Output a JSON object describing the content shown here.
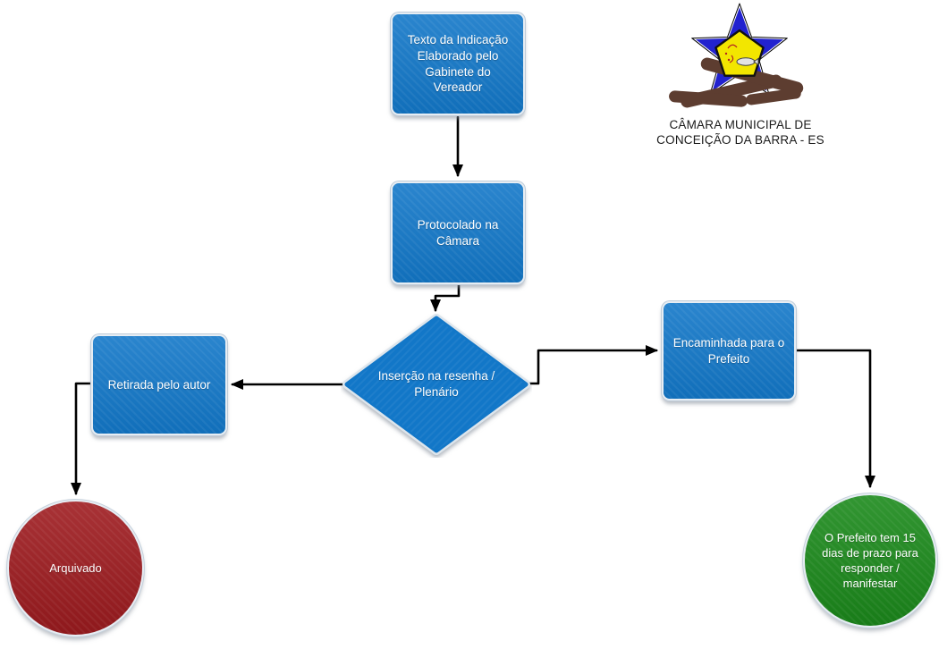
{
  "app": {
    "type": "flowchart-document",
    "background": "#ffffff"
  },
  "logo": {
    "line1": "CÂMARA MUNICIPAL DE",
    "line2": "CONCEIÇÃO DA BARRA - ES",
    "colors": {
      "star": "#2222cf",
      "pentagon": "#f2e600",
      "logs": "#5d3d30"
    }
  },
  "flowchart": {
    "colors": {
      "process": "#1277c8",
      "archive": "#9e1b1f",
      "success": "#1b8a1b",
      "connector": "#000000",
      "node-text": "#ffffff"
    },
    "nodes": [
      {
        "id": "texto-indicacao",
        "shape": "rounded-rect",
        "label": "Texto da Indicação Elaborado pelo Gabinete do Vereador"
      },
      {
        "id": "protocolado",
        "shape": "rounded-rect",
        "label": "Protocolado na Câmara"
      },
      {
        "id": "insercao-resenha",
        "shape": "diamond",
        "label": "Inserção na resenha / Plenário"
      },
      {
        "id": "retirada-autor",
        "shape": "rounded-rect",
        "label": "Retirada pelo autor"
      },
      {
        "id": "arquivado",
        "shape": "circle",
        "label": "Arquivado"
      },
      {
        "id": "encaminhada-prefeito",
        "shape": "rounded-rect",
        "label": "Encaminhada para o Prefeito"
      },
      {
        "id": "prazo-prefeito",
        "shape": "circle",
        "label": "O Prefeito tem 15 dias de prazo para responder / manifestar"
      }
    ],
    "edges": [
      {
        "from": "texto-indicacao",
        "to": "protocolado"
      },
      {
        "from": "protocolado",
        "to": "insercao-resenha"
      },
      {
        "from": "insercao-resenha",
        "to": "retirada-autor"
      },
      {
        "from": "retirada-autor",
        "to": "arquivado"
      },
      {
        "from": "insercao-resenha",
        "to": "encaminhada-prefeito"
      },
      {
        "from": "encaminhada-prefeito",
        "to": "prazo-prefeito"
      }
    ]
  }
}
